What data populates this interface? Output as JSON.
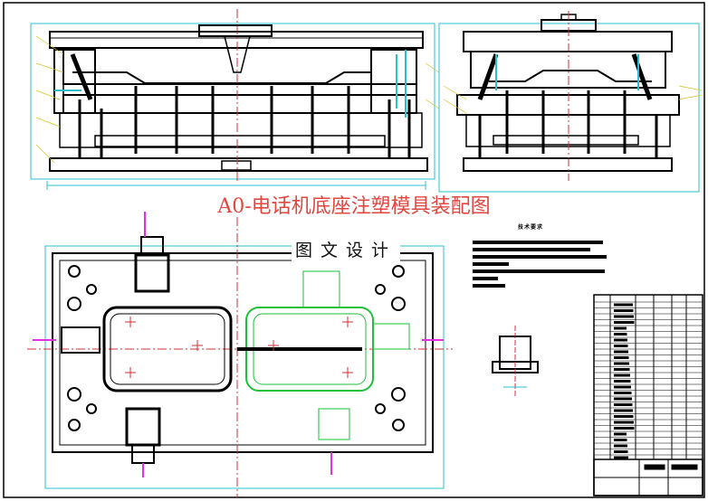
{
  "drawing": {
    "title": "A0-电话机底座注塑模具装配图",
    "watermark": "图文设计",
    "tech_requirements_heading": "技术要求"
  },
  "colors": {
    "title_red": "#e0473f",
    "outline": "#000000",
    "dimension_cyan": "#28c0cc",
    "moving_half_green": "#1fbf3a",
    "centerline_red": "#d23030",
    "leader_yellow": "#d8c020",
    "magenta_mark": "#e030e0"
  }
}
